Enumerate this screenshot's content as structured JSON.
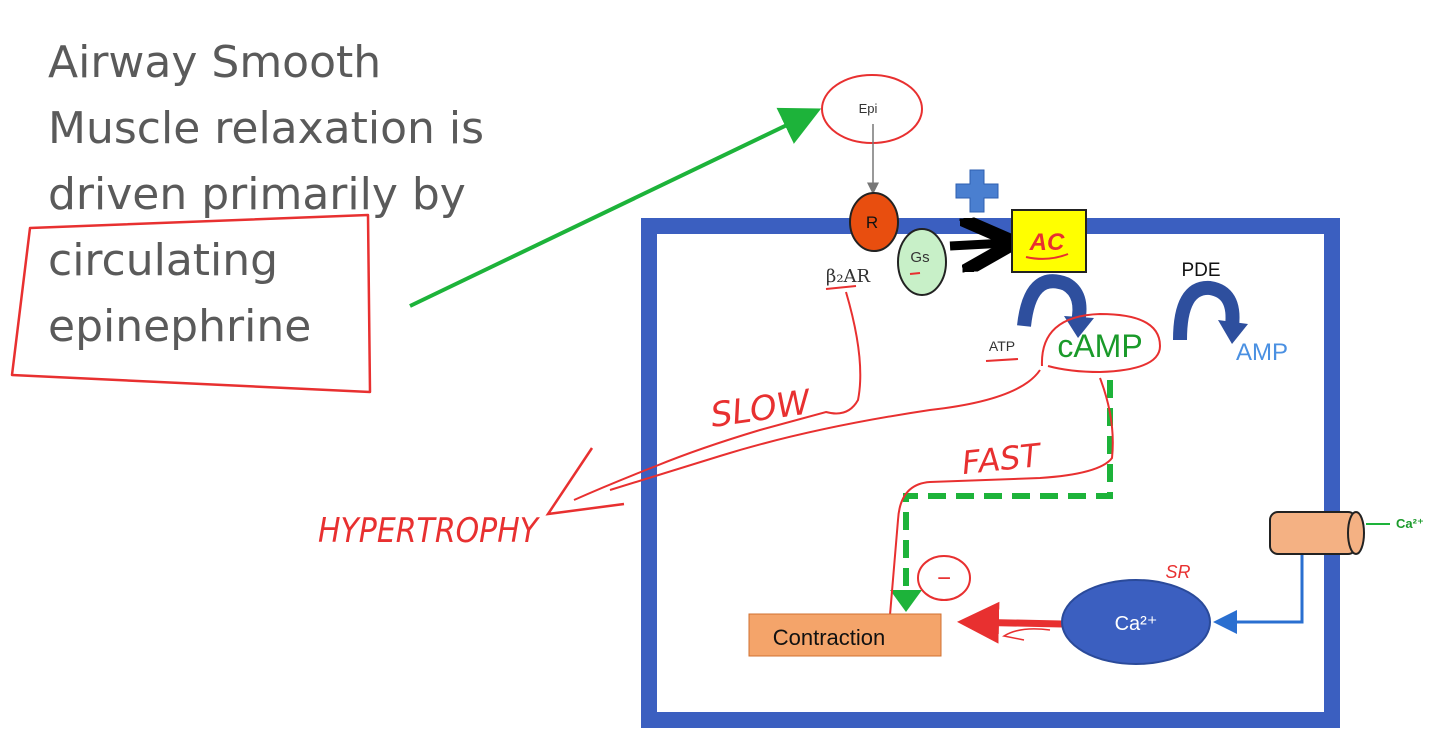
{
  "heading": {
    "lines": [
      "Airway Smooth",
      "Muscle relaxation is",
      "driven primarily by",
      "circulating",
      "epinephrine"
    ]
  },
  "labels": {
    "epi": "Epi",
    "receptor": "R",
    "gs": "Gs",
    "b2ar": "β₂AR",
    "ac": "AC",
    "plus": "+",
    "pde": "PDE",
    "atp": "ATP",
    "camp": "cAMP",
    "amp": "AMP",
    "contraction": "Contraction",
    "sr_ca": "Ca²⁺",
    "sr": "SR",
    "ext_ca": "Ca²⁺"
  },
  "annotations": {
    "slow": "SLOW",
    "fast": "FAST",
    "hypertrophy": "HYPERTROPHY",
    "inhibit": "−"
  },
  "colors": {
    "cell_border": "#3b5fc0",
    "receptor": "#e84e0f",
    "gs": "#c8f0c8",
    "ac": "#ffff00",
    "contraction": "#f4a46a",
    "sr": "#3b5fc0",
    "channel": "#f4b183",
    "annotation_red": "#e83030",
    "green_arrow": "#1db33a",
    "plus": "#4a7fd0",
    "pde_arrow": "#2e4f9e",
    "amp_text": "#4a90e2",
    "camp_text": "#1a9a2a"
  }
}
